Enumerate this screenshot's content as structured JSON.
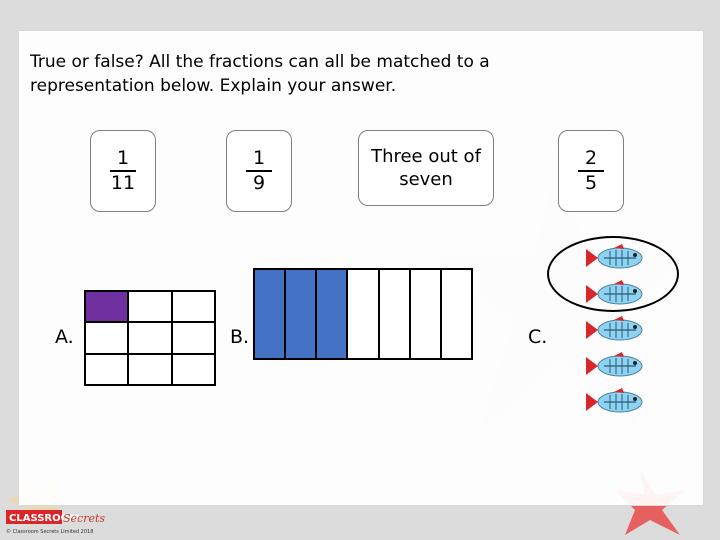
{
  "question": "True or false? All the fractions can all be matched to a representation below. Explain your answer.",
  "cards": [
    {
      "type": "fraction",
      "numerator": "1",
      "denominator": "11"
    },
    {
      "type": "fraction",
      "numerator": "1",
      "denominator": "9"
    },
    {
      "type": "text",
      "text": "Three out of seven"
    },
    {
      "type": "fraction",
      "numerator": "2",
      "denominator": "5"
    }
  ],
  "representations": {
    "a": {
      "label": "A.",
      "rows": 3,
      "cols": 3,
      "filled": 1,
      "fill_color": "#7030a0"
    },
    "b": {
      "label": "B.",
      "segments": 7,
      "filled": 3,
      "fill_color": "#4472c4"
    },
    "c": {
      "label": "C.",
      "fish": 5,
      "circled": 2
    }
  },
  "footer": {
    "brand": "CLASSROOM",
    "brand_script": "Secrets",
    "copyright": "© Classroom Secrets Limited 2018"
  },
  "colors": {
    "brand_red": "#d9262b",
    "fish_blue": "#8fd3f2"
  }
}
